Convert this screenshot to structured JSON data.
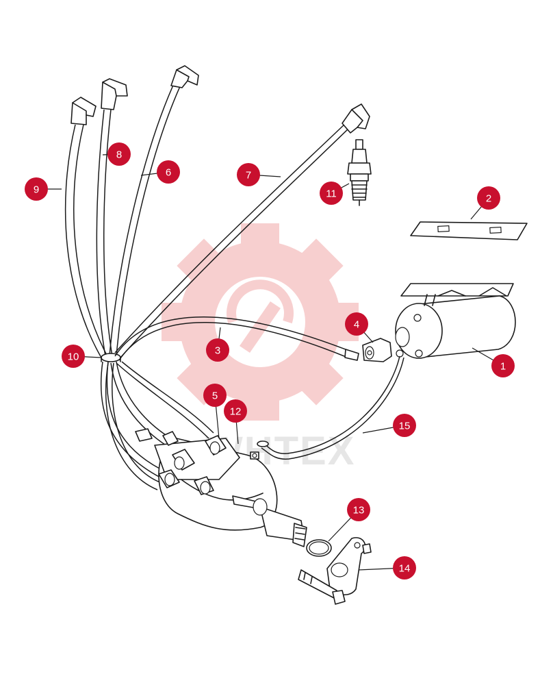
{
  "watermark": {
    "text": "WHTEX",
    "gear_color": "#f7cfcf",
    "text_color": "#e6e6e6"
  },
  "callout_color": "#c8102e",
  "callouts": [
    {
      "label": "1",
      "part": "ignition-coil"
    },
    {
      "label": "2",
      "part": "coil-mounting-bracket"
    },
    {
      "label": "3",
      "part": "coil-high-tension-lead"
    },
    {
      "label": "4",
      "part": "coil-lead-boot"
    },
    {
      "label": "5",
      "part": "distributor-cap"
    },
    {
      "label": "6",
      "part": "spark-plug-lead"
    },
    {
      "label": "7",
      "part": "spark-plug-lead"
    },
    {
      "label": "8",
      "part": "spark-plug-lead"
    },
    {
      "label": "9",
      "part": "spark-plug-lead"
    },
    {
      "label": "10",
      "part": "lead-retaining-clip"
    },
    {
      "label": "11",
      "part": "spark-plug"
    },
    {
      "label": "12",
      "part": "distributor"
    },
    {
      "label": "13",
      "part": "o-ring-seal"
    },
    {
      "label": "14",
      "part": "distributor-clamp-plate"
    },
    {
      "label": "15",
      "part": "low-tension-lead"
    }
  ]
}
